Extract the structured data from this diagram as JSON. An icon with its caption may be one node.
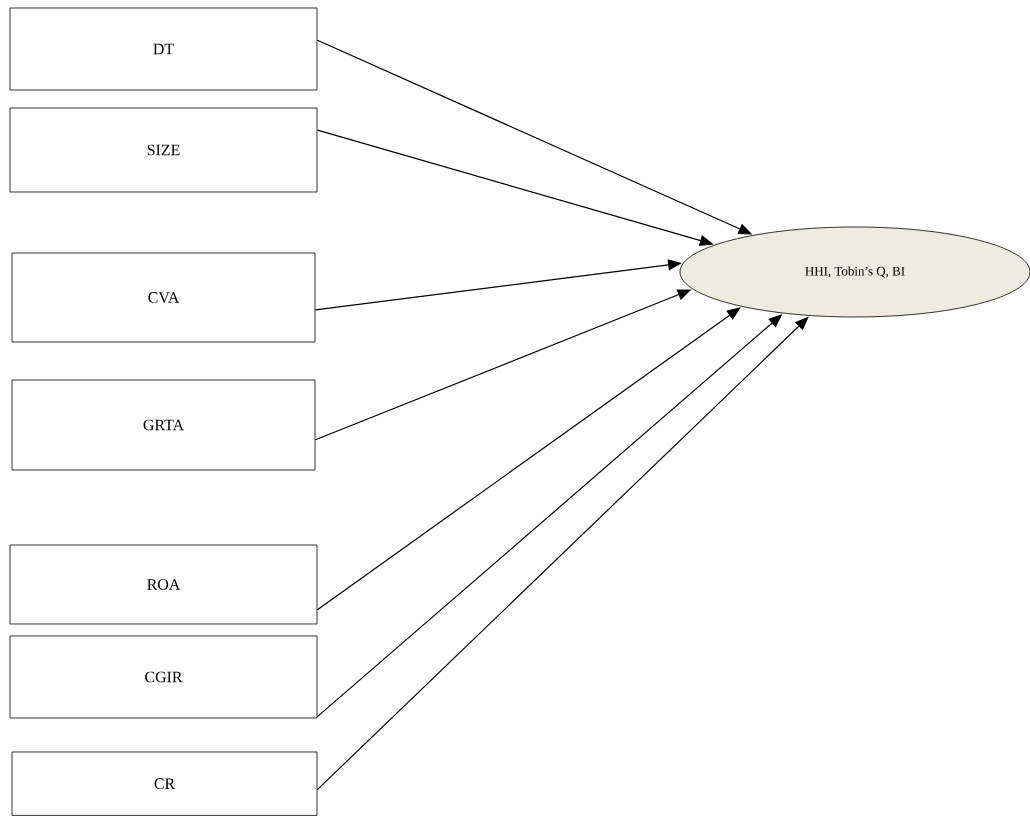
{
  "diagram": {
    "nodes": [
      {
        "text": [
          "DT"
        ]
      },
      {
        "text": [
          "SIZE"
        ]
      },
      {
        "text": [
          "CVA"
        ]
      },
      {
        "text": [
          "GRTA"
        ]
      },
      {
        "text": [
          "ROA"
        ]
      },
      {
        "text": [
          "CGIR"
        ]
      },
      {
        "text": [
          "CR"
        ]
      },
      {
        "text": [
          "HHI, Tobin’s Q, BI"
        ]
      }
    ],
    "edges": [
      {
        "from": 0,
        "to": 7,
        "arrow": "to"
      },
      {
        "from": 1,
        "to": 7,
        "arrow": "to"
      },
      {
        "from": 2,
        "to": 7,
        "arrow": "to"
      },
      {
        "from": 3,
        "to": 7,
        "arrow": "to"
      },
      {
        "from": 4,
        "to": 7,
        "arrow": "to"
      },
      {
        "from": 5,
        "to": 7,
        "arrow": "to"
      },
      {
        "from": 6,
        "to": 7,
        "arrow": "to"
      }
    ]
  }
}
